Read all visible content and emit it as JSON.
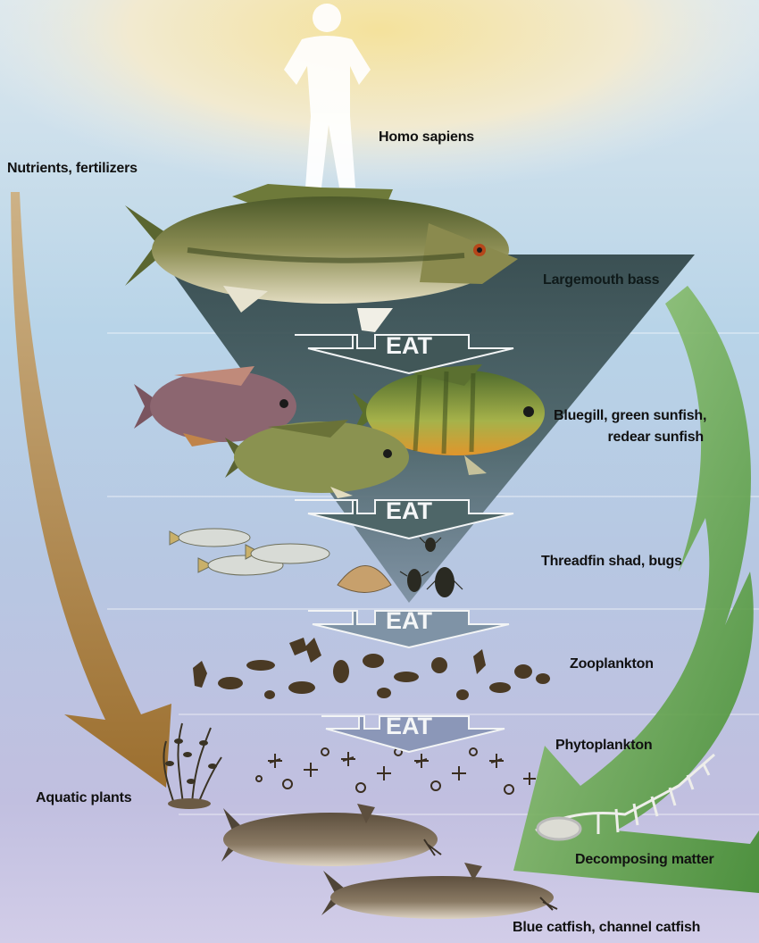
{
  "labels": {
    "homo_sapiens": "Homo sapiens",
    "nutrients": "Nutrients, fertilizers",
    "largemouth_bass": "Largemouth bass",
    "bluegill_line1": "Bluegill, green sunfish,",
    "bluegill_line2": "redear sunfish",
    "threadfin": "Threadfin shad, bugs",
    "zooplankton": "Zooplankton",
    "phytoplankton": "Phytoplankton",
    "aquatic_plants": "Aquatic plants",
    "decomposing": "Decomposing matter",
    "catfish": "Blue catfish, channel catfish"
  },
  "eat_arrows": [
    {
      "label": "EAT"
    },
    {
      "label": "EAT"
    },
    {
      "label": "EAT"
    },
    {
      "label": "EAT"
    }
  ],
  "colors": {
    "pyramid": "#3e5152",
    "tan_arrow": "#a67a3e",
    "green_arrow": "#5f9a3c",
    "sky_glow": "#f1e3a0",
    "water": "#b9cfe0"
  },
  "icons": [
    "human-silhouette-icon",
    "largemouth-bass-icon",
    "sunfish-icon",
    "shad-icon",
    "clam-icon",
    "beetle-icon",
    "zooplankton-icon",
    "phytoplankton-icon",
    "aquatic-plant-icon",
    "fish-skeleton-icon",
    "catfish-icon"
  ]
}
